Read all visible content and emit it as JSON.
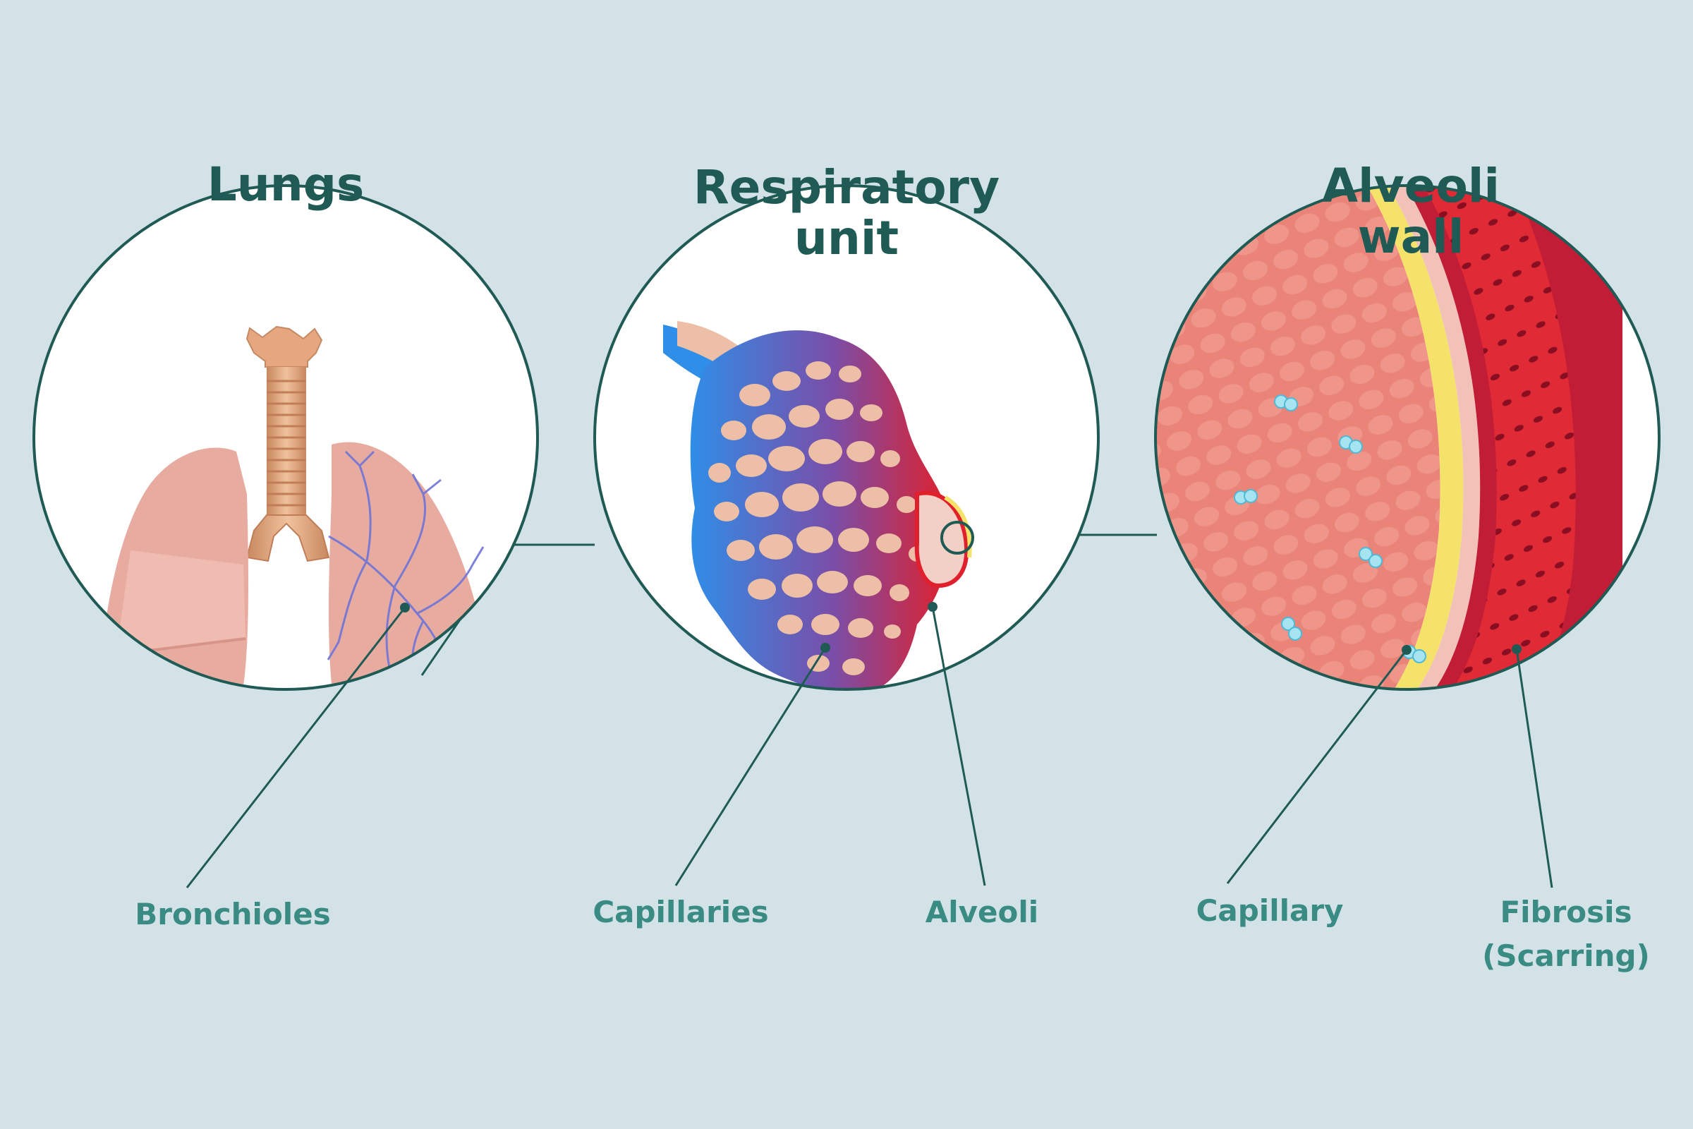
{
  "titles": {
    "lungs": "Lungs",
    "respiratory_unit": "Respiratory\nunit",
    "alveoli_wall": "Alveoli\nwall"
  },
  "labels": {
    "bronchioles": "Bronchioles",
    "capillaries": "Capillaries",
    "alveoli": "Alveoli",
    "capillary": "Capillary",
    "fibrosis": "Fibrosis\n(Scarring)"
  },
  "colors": {
    "background": "#d3e2e6",
    "outline": "#1f5a55",
    "title": "#1f5a55",
    "label": "#3a8b84",
    "lung_tissue": "#e8aba0",
    "trachea": "#e0a77c",
    "bronchiole_vessels": "#6f74d8",
    "capillary_blue": "#2f7fe6",
    "capillary_red": "#e0202c",
    "alveolar_sac": "#ecbfa6",
    "alveolar_tissue": "#ea8479",
    "fibrosis_layer": "#f5e26b",
    "capillary_wall": "#c21d36",
    "oxygen_molecule": "#a6e4f2"
  }
}
